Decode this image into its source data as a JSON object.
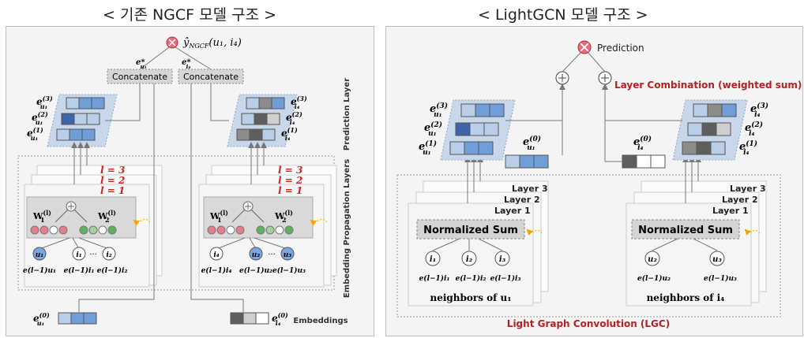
{
  "titles": {
    "left": "< 기존 NGCF  모델 구조 >",
    "right": "< LightGCN 모델 구조 >"
  },
  "ngcf": {
    "prediction_label": "ŷ",
    "prediction_sub": "NGCF",
    "prediction_args": "(u₁, i₄)",
    "concat_left": "Concatenate",
    "concat_right": "Concatenate",
    "e_u_star": "e*",
    "e_u_star_sub": "u₁",
    "e_i_star": "e*",
    "e_i_star_sub": "i₄",
    "user_stack": [
      {
        "label": "e",
        "sup": "(3)",
        "sub": "u₁"
      },
      {
        "label": "e",
        "sup": "(2)",
        "sub": "u₁"
      },
      {
        "label": "e",
        "sup": "(1)",
        "sub": "u₁"
      }
    ],
    "item_stack": [
      {
        "label": "e",
        "sup": "(3)",
        "sub": "i₄"
      },
      {
        "label": "e",
        "sup": "(2)",
        "sub": "i₄"
      },
      {
        "label": "e",
        "sup": "(1)",
        "sub": "i₄"
      }
    ],
    "layer_labels": [
      "l = 3",
      "l = 2",
      "l = 1"
    ],
    "w1": "W",
    "w1_sup": "(l)",
    "w1_sub": "1",
    "w2": "W",
    "w2_sup": "(l)",
    "w2_sub": "2",
    "left_nodes": [
      "u₁",
      "i₁",
      "i₂"
    ],
    "left_node_labels": [
      "e(l−1)u₁",
      "e(l−1)i₁",
      "e(l−1)i₂"
    ],
    "right_nodes": [
      "i₄",
      "u₂",
      "u₃"
    ],
    "right_node_labels": [
      "e(l−1)i₄",
      "e(l−1)u₂",
      "e(l−1)u₃"
    ],
    "ellipsis": "···",
    "emb_user": "e",
    "emb_user_sup": "(0)",
    "emb_user_sub": "u₁",
    "emb_item": "e",
    "emb_item_sup": "(0)",
    "emb_item_sub": "i₄",
    "side_prediction": "Prediction Layer",
    "side_propagation": "Embedding Propagation Layers",
    "embeddings": "Embeddings"
  },
  "lightgcn": {
    "prediction": "Prediction",
    "layer_combination": "Layer Combination (weighted sum)",
    "user_stack": [
      {
        "label": "e",
        "sup": "(3)",
        "sub": "u₁"
      },
      {
        "label": "e",
        "sup": "(2)",
        "sub": "u₁"
      },
      {
        "label": "e",
        "sup": "(1)",
        "sub": "u₁"
      }
    ],
    "item_stack": [
      {
        "label": "e",
        "sup": "(3)",
        "sub": "i₄"
      },
      {
        "label": "e",
        "sup": "(2)",
        "sub": "i₄"
      },
      {
        "label": "e",
        "sup": "(1)",
        "sub": "i₄"
      }
    ],
    "emb_user": "e",
    "emb_user_sup": "(0)",
    "emb_user_sub": "u₁",
    "emb_item": "e",
    "emb_item_sup": "(0)",
    "emb_item_sub": "i₄",
    "layers": [
      "Layer 3",
      "Layer 2",
      "Layer 1"
    ],
    "normalized_sum": "Normalized Sum",
    "left_nodes": [
      "i₁",
      "i₂",
      "i₃"
    ],
    "left_node_labels": [
      "e(l−1)i₁",
      "e(l−1)i₂",
      "e(l−1)i₃"
    ],
    "right_nodes": [
      "u₂",
      "u₃"
    ],
    "right_node_labels": [
      "e(l−1)u₂",
      "e(l−1)u₃"
    ],
    "neighbors_left": "neighbors of u₁",
    "neighbors_right": "neighbors of i₄",
    "lgc": "Light Graph Convolution (LGC)"
  },
  "colors": {
    "accent_red": "#b22222",
    "blue_cell": "#6f9ed8",
    "blue_light": "#b9cfe9",
    "blue_dark": "#3e63a8",
    "gray_cell": "#8c8c8c",
    "gray_light": "#cfcfcf",
    "gray_dark": "#5e5e5e",
    "plate": "#c9d7ea"
  }
}
